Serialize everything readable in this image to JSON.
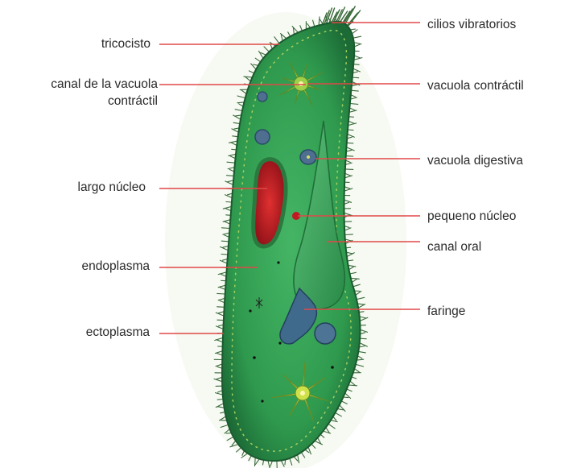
{
  "labels_left": [
    {
      "id": "tricocisto",
      "text": "tricocisto"
    },
    {
      "id": "canal-vacuola",
      "line1": "canal de la vacuola",
      "line2": "contráctil"
    },
    {
      "id": "largo-nucleo",
      "text": "largo núcleo"
    },
    {
      "id": "endoplasma",
      "text": "endoplasma"
    },
    {
      "id": "ectoplasma",
      "text": "ectoplasma"
    }
  ],
  "labels_right": [
    {
      "id": "cilios",
      "text": "cilios vibratorios"
    },
    {
      "id": "vacuola-contractil",
      "text": "vacuola contráctil"
    },
    {
      "id": "vacuola-digestiva",
      "text": "vacuola digestiva"
    },
    {
      "id": "pequeno-nucleo",
      "text": "pequeno núcleo"
    },
    {
      "id": "canal-oral",
      "text": "canal oral"
    },
    {
      "id": "faringe",
      "text": "faringe"
    }
  ],
  "colors": {
    "line": "#e04848",
    "body": "#2f9a4e",
    "body_dark": "#1f6f38",
    "macronucleus": "#b0141c",
    "vacuole": "#4a6a8a",
    "star": "#c8e04a"
  }
}
